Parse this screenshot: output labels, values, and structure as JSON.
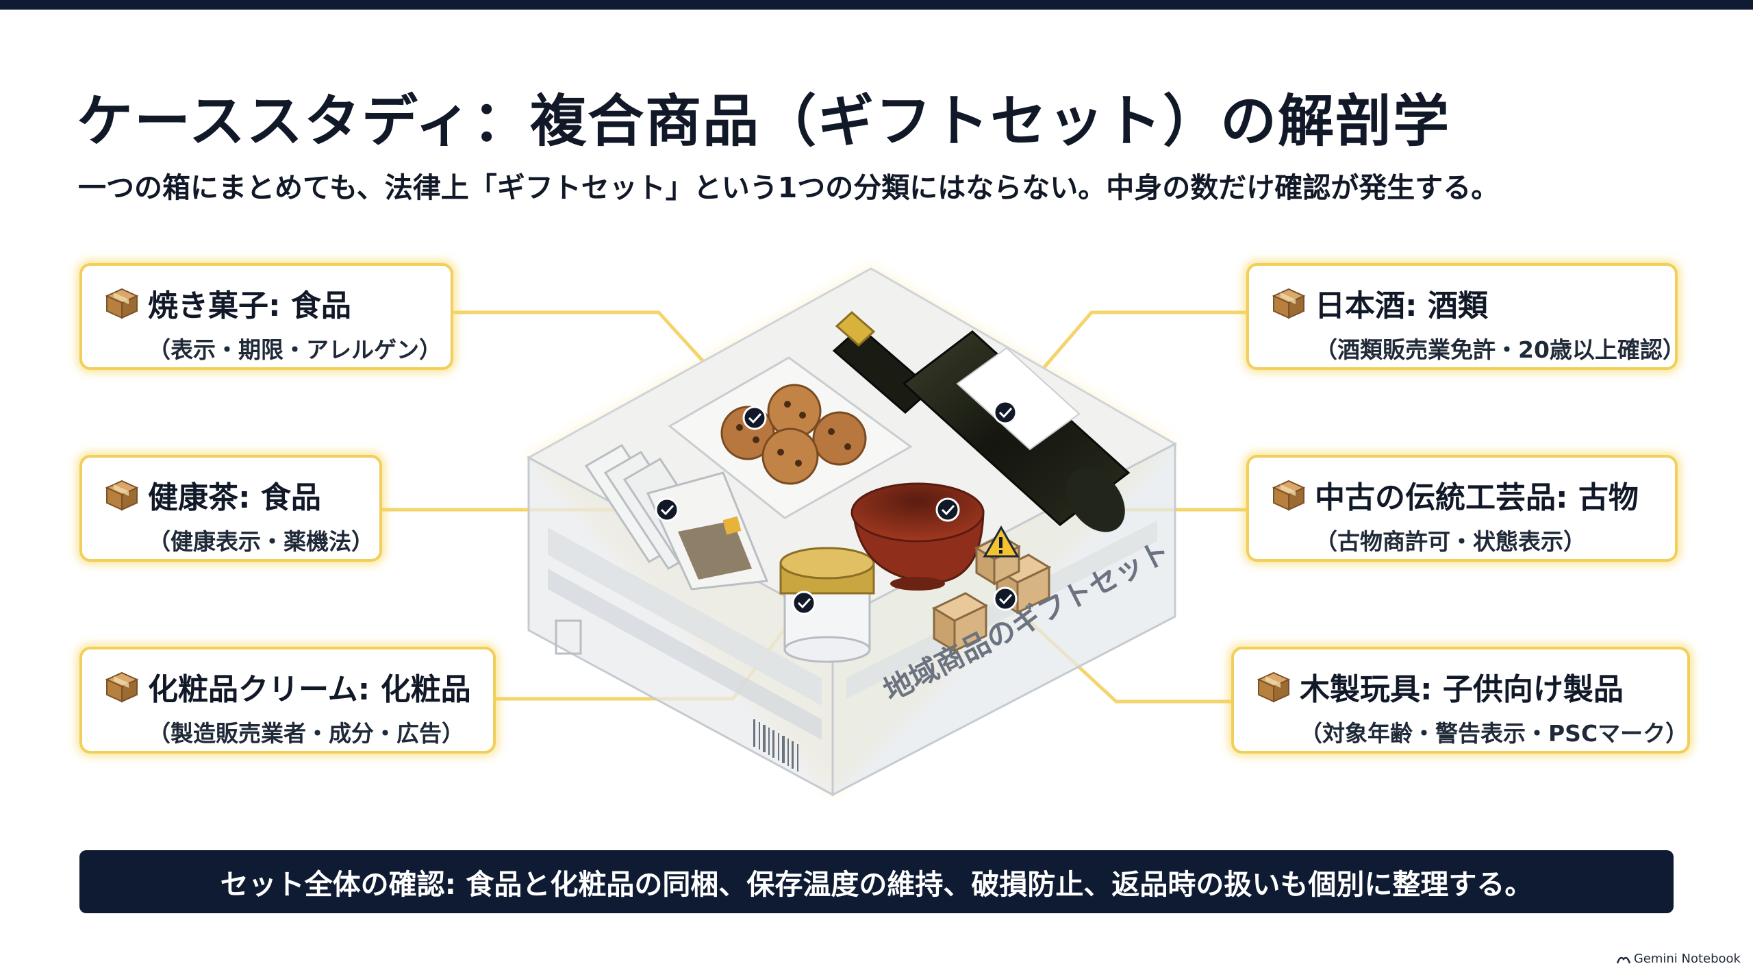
{
  "title": "ケーススタディ：複合商品（ギフトセット）の解剖学",
  "subtitle": "一つの箱にまとめても、法律上「ギフトセット」という1つの分類にはならない。中身の数だけ確認が発生する。",
  "box_label": "地域商品のギフトセット",
  "callouts": [
    {
      "heading": "焼き菓子: 食品",
      "detail": "（表示・期限・アレルゲン）"
    },
    {
      "heading": "健康茶: 食品",
      "detail": "（健康表示・薬機法）"
    },
    {
      "heading": "化粧品クリーム: 化粧品",
      "detail": "（製造販売業者・成分・広告）"
    },
    {
      "heading": "日本酒: 酒類",
      "detail": "（酒類販売業免許・20歳以上確認）"
    },
    {
      "heading": "中古の伝統工芸品: 古物",
      "detail": "（古物商許可・状態表示）"
    },
    {
      "heading": "木製玩具: 子供向け製品",
      "detail": "（対象年齢・警告表示・PSCマーク）"
    }
  ],
  "footer": "セット全体の確認: 食品と化粧品の同梱、保存温度の維持、破損防止、返品時の扱いも個別に整理する。",
  "brand": "Gemini Notebook",
  "icons": {
    "callout": "package-icon",
    "check": "check-icon",
    "warning": "warning-icon",
    "brand": "notebook-logo-icon"
  },
  "colors": {
    "navy": "#0f1b33",
    "highlight": "#f2cf5a",
    "line": "#f4d46b"
  }
}
